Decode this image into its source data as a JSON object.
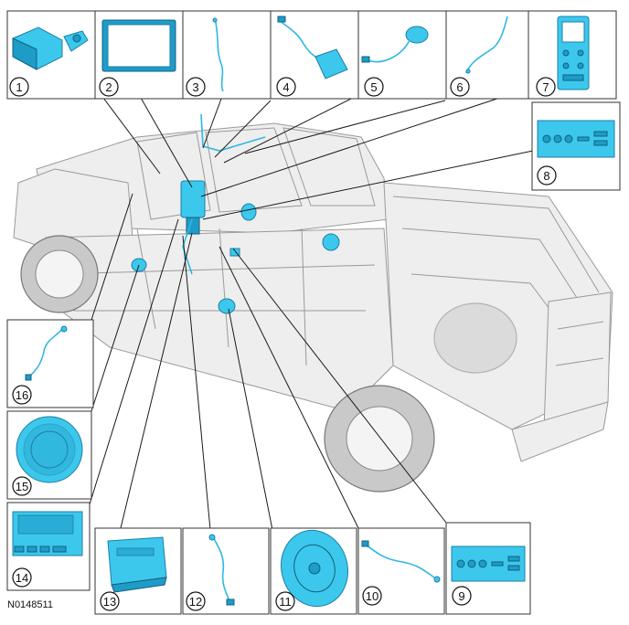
{
  "figure": {
    "code": "N0148511",
    "callouts": [
      {
        "number": "1",
        "icon": "module-with-bracket"
      },
      {
        "number": "2",
        "icon": "display-screen"
      },
      {
        "number": "3",
        "icon": "antenna-cable"
      },
      {
        "number": "4",
        "icon": "cable-with-plate"
      },
      {
        "number": "5",
        "icon": "round-puck-antenna"
      },
      {
        "number": "6",
        "icon": "thin-cable"
      },
      {
        "number": "7",
        "icon": "control-faceplate"
      },
      {
        "number": "8",
        "icon": "switch-panel"
      },
      {
        "number": "9",
        "icon": "switch-panel"
      },
      {
        "number": "10",
        "icon": "cable"
      },
      {
        "number": "11",
        "icon": "round-speaker"
      },
      {
        "number": "12",
        "icon": "cable"
      },
      {
        "number": "13",
        "icon": "bracketed-module"
      },
      {
        "number": "14",
        "icon": "finned-module"
      },
      {
        "number": "15",
        "icon": "grille-speaker"
      },
      {
        "number": "16",
        "icon": "cable"
      }
    ]
  },
  "colors": {
    "part_highlight": "#3cc8ec",
    "part_shadow": "#1e9cc8",
    "truck_outline": "#9a9a9a"
  }
}
